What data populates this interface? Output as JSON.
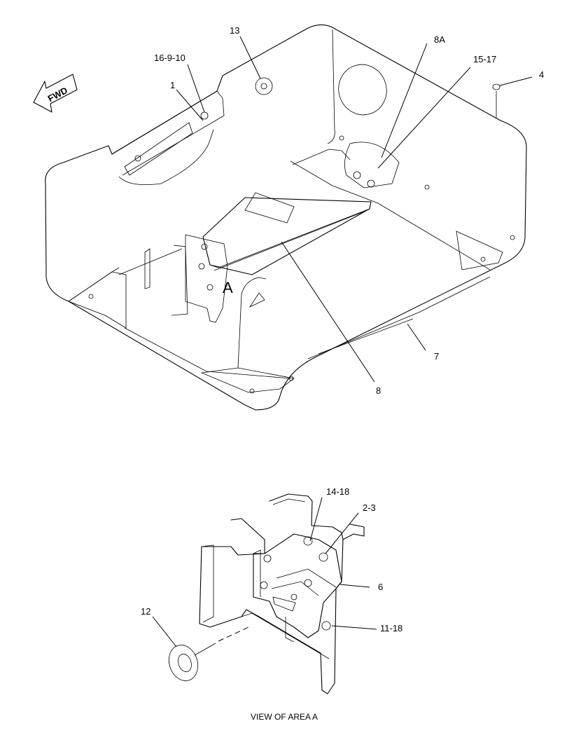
{
  "direction_arrow": "FWD",
  "area_marker": "A",
  "callouts": {
    "c13": "13",
    "c16_9_10": "16-9-10",
    "c1": "1",
    "c8a": "8A",
    "c15_17": "15-17",
    "c4": "4",
    "c7": "7",
    "c8": "8",
    "c14_18": "14-18",
    "c2_3": "2-3",
    "c6": "6",
    "c11_18": "11-18",
    "c12": "12"
  },
  "detail_caption": "VIEW OF AREA A"
}
